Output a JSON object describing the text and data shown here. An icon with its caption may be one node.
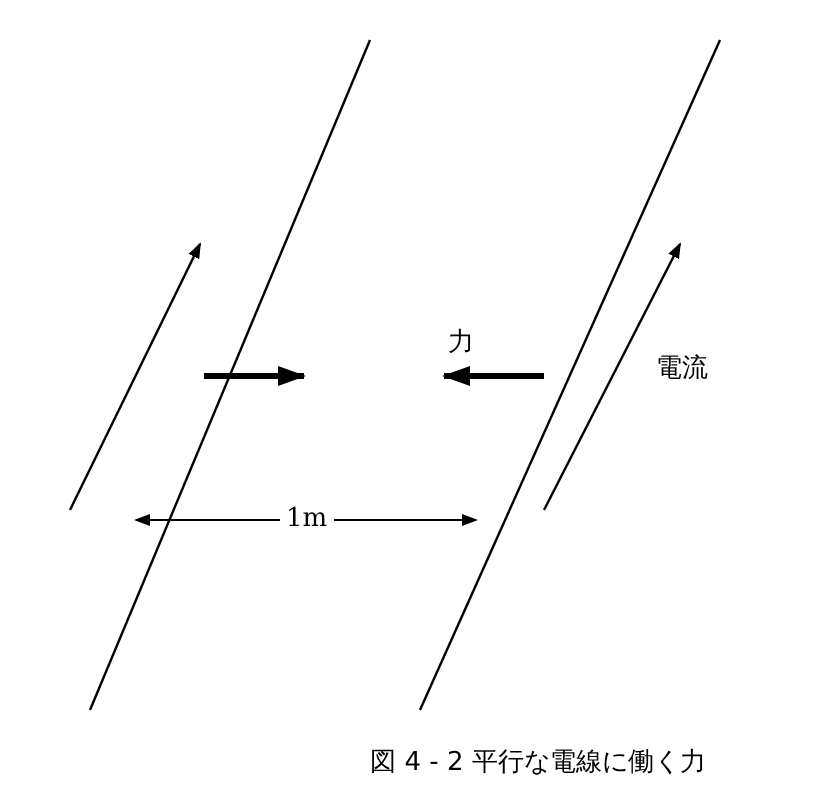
{
  "diagram": {
    "caption": "図 4 - 2 平行な電線に働く力",
    "labels": [
      "力",
      "電流",
      "1m"
    ]
  }
}
